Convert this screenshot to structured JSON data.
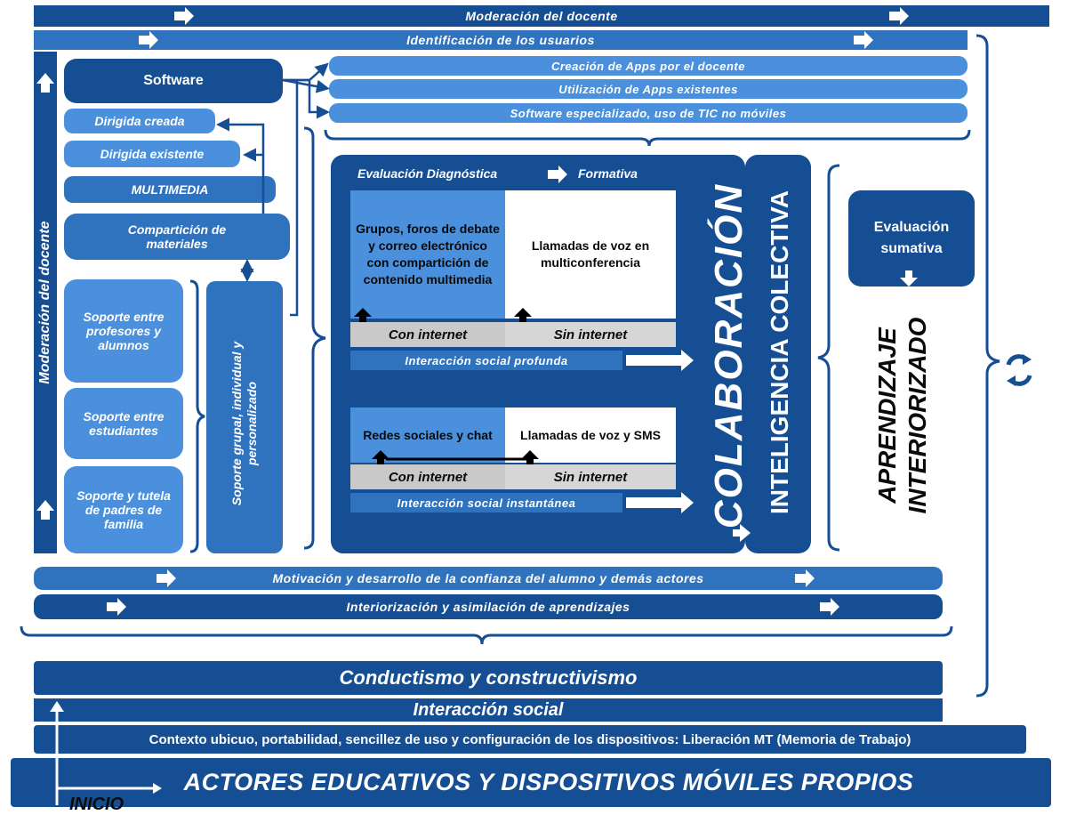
{
  "top": {
    "moderacion": "Moderación del docente",
    "identificacion": "Identificación de los usuarios"
  },
  "left_panel": {
    "moderacion_vertical": "Moderación del docente",
    "software": "Software",
    "dirigida_creada": "Dirigida creada",
    "dirigida_existente": "Dirigida existente",
    "multimedia": "MULTIMEDIA",
    "comparticion": "Compartición de materiales",
    "soporte_prof": "Soporte entre profesores y alumnos",
    "soporte_est": "Soporte entre estudiantes",
    "soporte_padres": "Soporte y tutela de padres de familia",
    "soporte_grupal": "Soporte grupal, individual y personalizado"
  },
  "apps": {
    "creacion": "Creación de Apps por el docente",
    "utilizacion": "Utilización de Apps existentes",
    "especializado": "Software especializado, uso de TIC no móviles"
  },
  "center": {
    "eval_diag": "Evaluación Diagnóstica",
    "formativa": "Formativa",
    "grupos": "Grupos, foros de debate y correo electrónico con compartición de contenido multimedia",
    "llamadas_multi": "Llamadas de voz en multiconferencia",
    "con_internet_1": "Con internet",
    "sin_internet_1": "Sin internet",
    "interaccion_profunda": "Interacción social profunda",
    "redes": "Redes sociales y chat",
    "llamadas_sms": "Llamadas de voz y SMS",
    "con_internet_2": "Con internet",
    "sin_internet_2": "Sin internet",
    "interaccion_instantanea": "Interacción social instantánea",
    "colaboracion": "COLABORACIÓN",
    "inteligencia": "INTELIGENCIA COLECTIVA"
  },
  "right": {
    "eval_sumativa": "Evaluación sumativa",
    "aprendizaje": "APRENDIZAJE INTERIORIZADO"
  },
  "bottom": {
    "motivacion": "Motivación y desarrollo de la confianza del alumno y demás actores",
    "interiorizacion": "Interiorización y asimilación de aprendizajes",
    "conductismo": "Conductismo y constructivismo",
    "interaccion_social": "Interacción social",
    "contexto": "Contexto ubicuo, portabilidad, sencillez de uso y configuración de los dispositivos: Liberación MT (Memoria de Trabajo)",
    "actores": "ACTORES EDUCATIVOS Y DISPOSITIVOS MÓVILES PROPIOS",
    "inicio": "INICIO"
  },
  "icons": {
    "cycle": "refresh-cycle-icon",
    "arrows": "arrow-right-icon"
  },
  "colors": {
    "dark_blue": "#164e94",
    "mid_blue": "#2f73bf",
    "light_blue": "#4a90dc",
    "gray": "#c9c9c9"
  }
}
